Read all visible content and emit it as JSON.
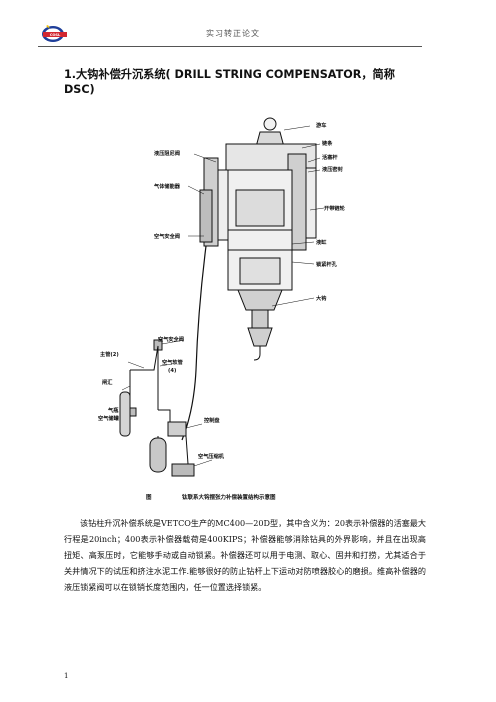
{
  "header": {
    "title": "实习转正论文",
    "logo_colors": {
      "ring": "#1f3f9a",
      "fill": "#d22630",
      "accent": "#f2c200"
    }
  },
  "heading": {
    "text": "1.大钩补偿升沉系统( DRILL STRING COMPENSATOR，简称 DSC)"
  },
  "figure": {
    "labels": {
      "l1": "游车",
      "l2": "链条",
      "l3": "活塞杆",
      "l4": "液压密封",
      "l5": "开带链轮",
      "l6": "液压阻尼阀",
      "l7": "气体储能器",
      "l8": "空气安全阀",
      "l9": "液缸",
      "l10": "锁紧杆孔",
      "l11": "大钩",
      "l12": "空气安全阀",
      "l13": "主管(2)",
      "l14": "空气软管",
      "l15": "(4)",
      "l16": "闸汇",
      "l17": "气瓶",
      "l18": "空气储罐",
      "l19": "控制盘",
      "l20": "空气压缩机"
    },
    "caption_prefix": "图",
    "caption_text": "钛联系大钩摆张力补偿装置结构示意图"
  },
  "paragraph": {
    "text": "该钻柱升沉补偿系统是VETCO生产的MC400—20D型，其中含义为：20表示补偿器的活塞最大行程是20inch；400表示补偿器载荷是400KIPS；补偿器能够消除钻具的外界影响，并且在出现高扭矩、高泵压时，它能够手动或自动锁紧。补偿器还可以用于电测、取心、固井和打捞，尤其适合于关井情况下的试压和挤注水泥工作.能够很好的防止钻杆上下运动对防喷器胶心的磨损。维高补偿器的液压锁紧阀可以在锁销长度范围内，任一位置选择锁紧。"
  },
  "footer": {
    "page_number": "1"
  }
}
